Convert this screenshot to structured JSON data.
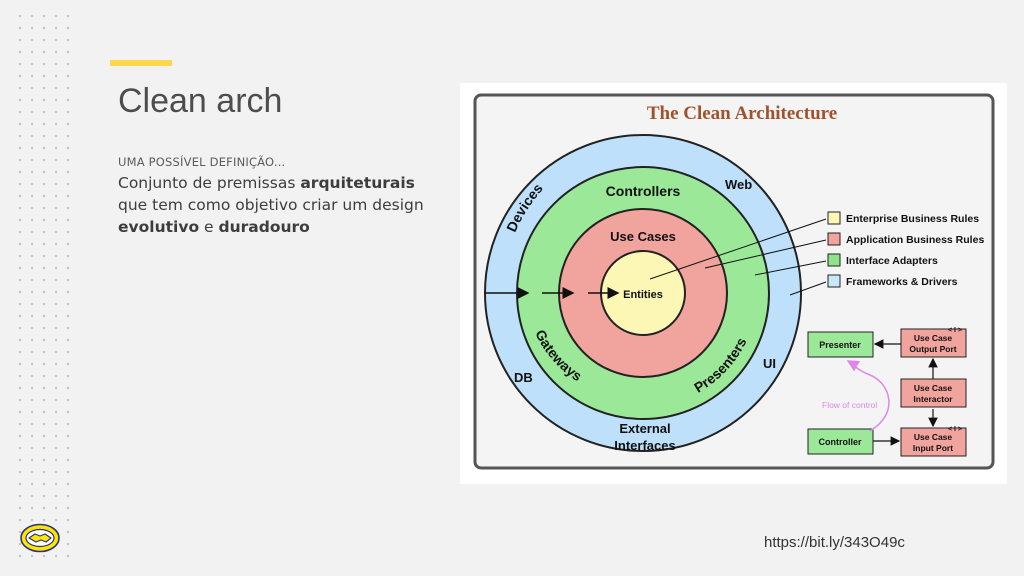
{
  "slide": {
    "title": "Clean arch",
    "subtitle": "UMA POSSÍVEL DEFINIÇÃO...",
    "description": {
      "part1": "Conjunto de premissas ",
      "bold1": "arquiteturais",
      "part2": " que tem como objetivo criar um design ",
      "bold2": "evolutivo",
      "part3": " e ",
      "bold3": "duradouro"
    },
    "url": "https://bit.ly/343O49c"
  },
  "diagram": {
    "title": "The Clean Architecture",
    "rings": {
      "outer": [
        "Devices",
        "Web",
        "UI",
        "DB",
        "External",
        "Interfaces"
      ],
      "interface": [
        "Controllers",
        "Gateways",
        "Presenters"
      ],
      "use_cases": "Use Cases",
      "entities": "Entities"
    },
    "legend": [
      {
        "label": "Enterprise Business Rules",
        "color": "#fdf7b6"
      },
      {
        "label": "Application Business Rules",
        "color": "#f1a39d"
      },
      {
        "label": "Interface Adapters",
        "color": "#8fe38b"
      },
      {
        "label": "Frameworks & Drivers",
        "color": "#c6e8f7"
      }
    ],
    "flow": {
      "presenter": "Presenter",
      "controller": "Controller",
      "output_port": [
        "Use Case",
        "Output Port"
      ],
      "interactor": [
        "Use Case",
        "Interactor"
      ],
      "input_port": [
        "Use Case",
        "Input Port"
      ],
      "flow_label": "Flow of control",
      "port_marker": "< I >"
    },
    "colors": {
      "outer": "#bfe0fa",
      "interface": "#9be898",
      "use_cases": "#f1a39d",
      "entities": "#fdf7b6",
      "title": "#a0522d",
      "flow": "#dd88e6"
    }
  },
  "logo": {
    "name": "handshake-logo",
    "color": "#ffe600"
  }
}
